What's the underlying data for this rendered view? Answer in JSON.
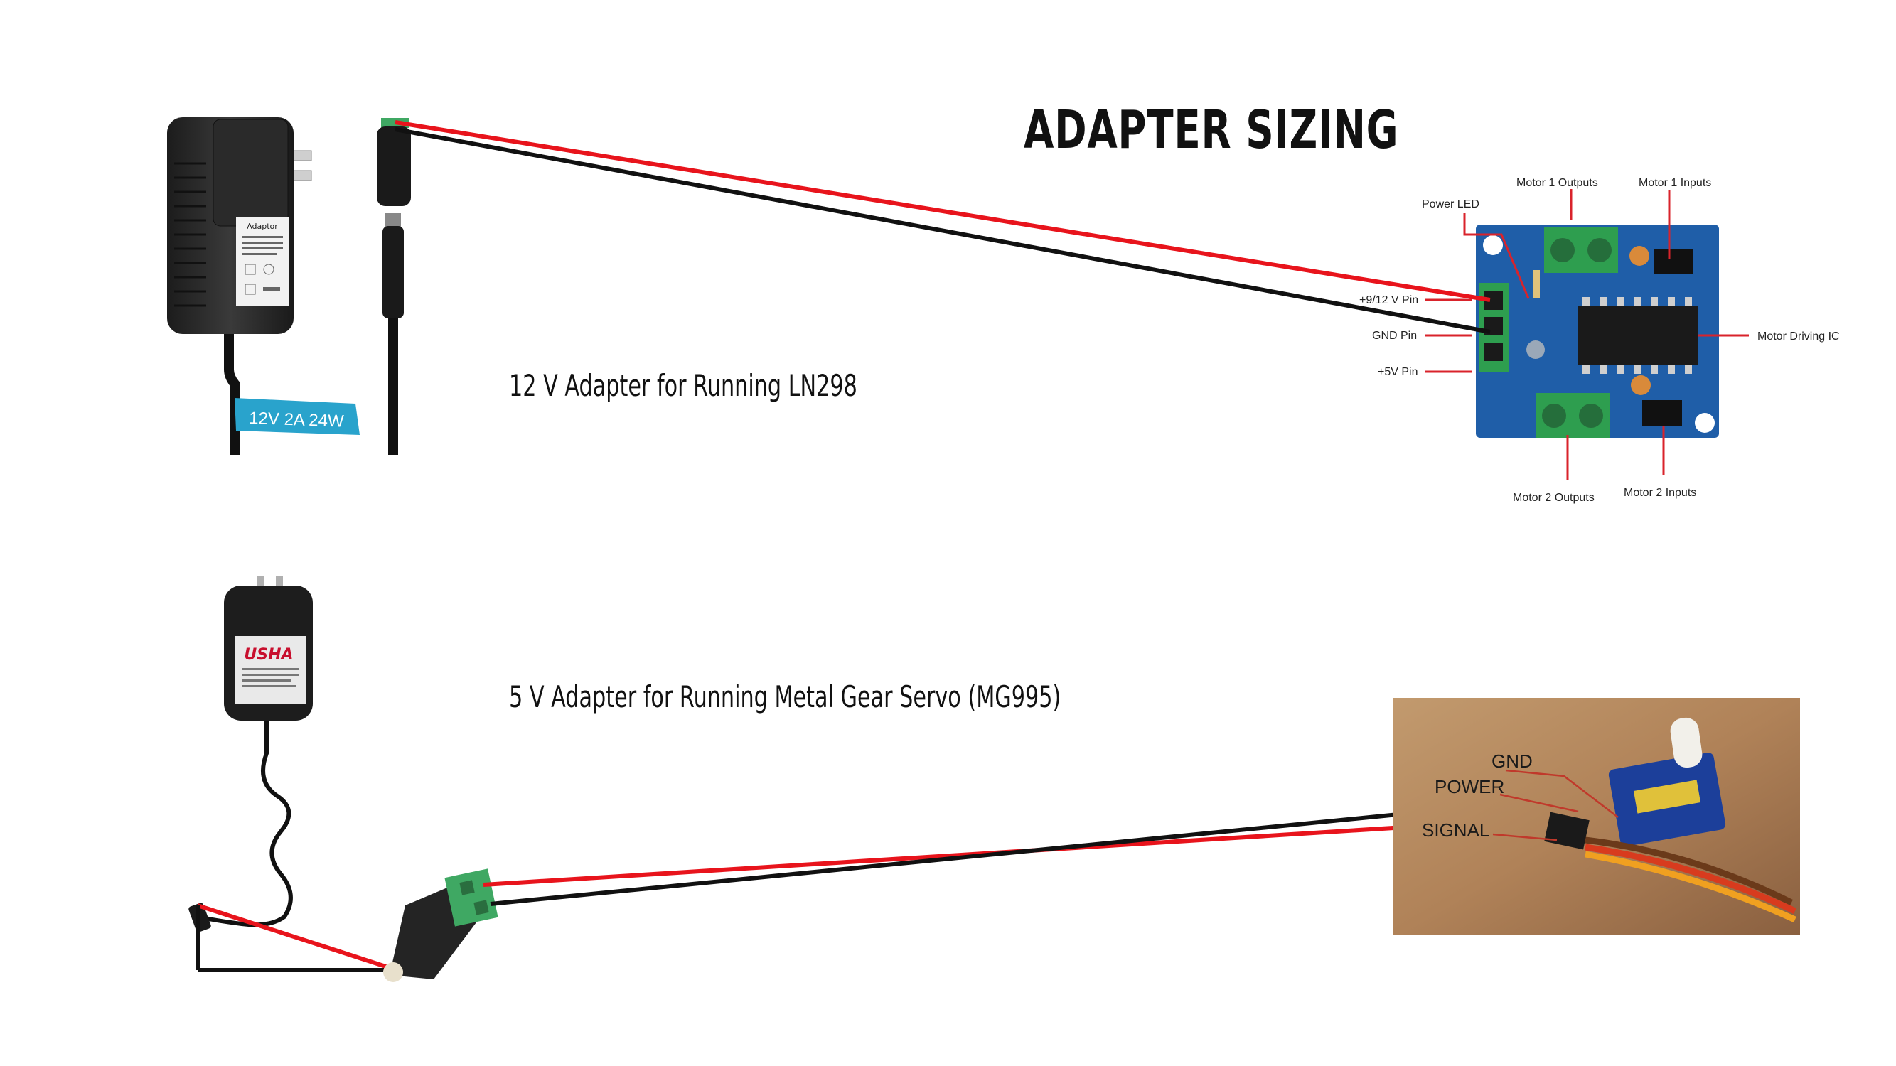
{
  "title": "ADAPTER SIZING",
  "captions": {
    "adapter_12v": "12 V Adapter for Running LN298",
    "adapter_5v": "5 V Adapter for Running Metal Gear Servo (MG995)"
  },
  "adapter_12v_photo": {
    "label_text": "Adaptor",
    "rating_tag": "12V 2A 24W"
  },
  "adapter_5v_photo": {
    "brand": "USHA"
  },
  "l298_module": {
    "callouts": {
      "motor1_outputs": "Motor 1 Outputs",
      "motor1_inputs": "Motor 1 Inputs",
      "power_led": "Power LED",
      "pin_9_12v": "+9/12 V Pin",
      "gnd_pin": "GND Pin",
      "pin_5v": "+5V Pin",
      "motor_driving_ic": "Motor Driving IC",
      "motor2_outputs": "Motor 2 Outputs",
      "motor2_inputs": "Motor 2 Inputs"
    }
  },
  "servo_photo": {
    "labels": {
      "gnd": "GND",
      "power": "POWER",
      "signal": "SIGNAL"
    }
  },
  "colors": {
    "wire_positive": "#e8141c",
    "wire_ground": "#111111",
    "module_board": "#1f5ea8",
    "terminal_block": "#2e9e4f",
    "rating_tag": "#29a3cc"
  }
}
